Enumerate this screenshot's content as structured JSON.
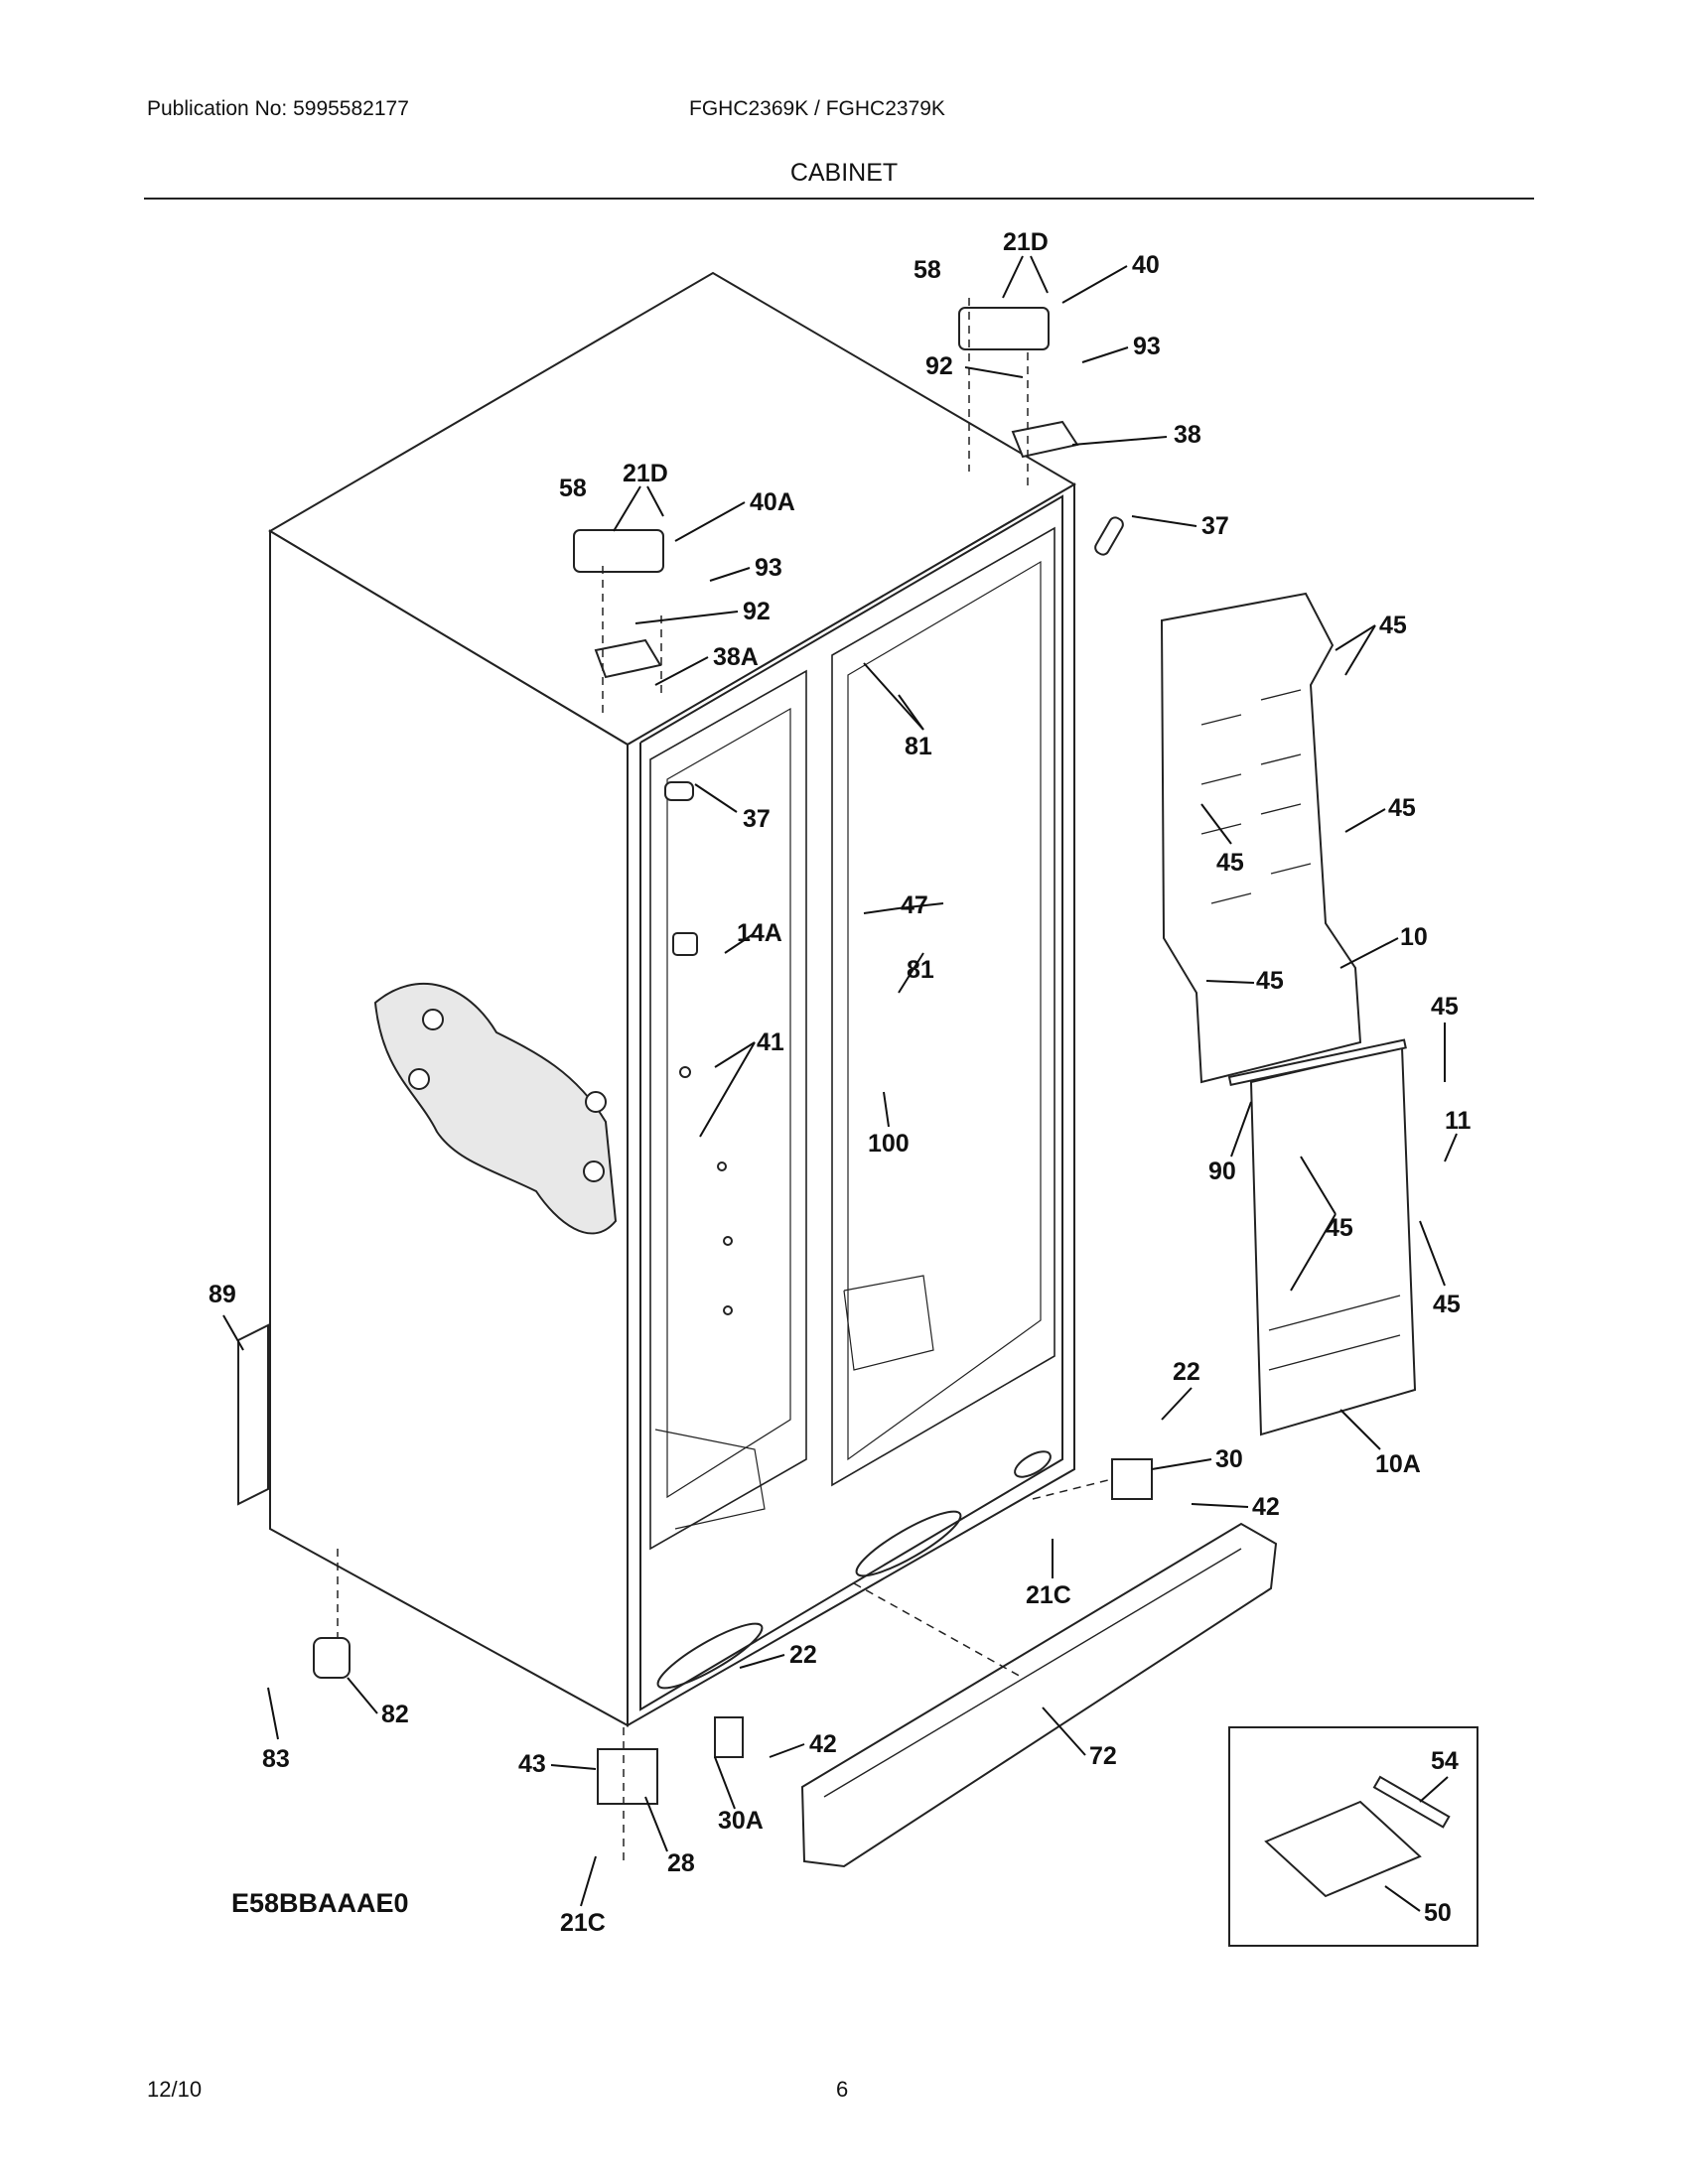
{
  "header": {
    "publication": "Publication No: 5995582177",
    "models": "FGHC2369K / FGHC2379K",
    "section": "CABINET"
  },
  "diagram": {
    "code": "E58BBAAAE0",
    "callouts": [
      "21D",
      "58",
      "40",
      "93",
      "92",
      "38",
      "37",
      "58",
      "21D",
      "40A",
      "93",
      "92",
      "38A",
      "37",
      "81",
      "81",
      "47",
      "81",
      "14A",
      "41",
      "100",
      "45",
      "45",
      "45",
      "45",
      "45",
      "10",
      "45",
      "11",
      "90",
      "45",
      "45",
      "89",
      "22",
      "30",
      "42",
      "21C",
      "10A",
      "22",
      "42",
      "82",
      "83",
      "43",
      "30A",
      "72",
      "54",
      "28",
      "21C",
      "50"
    ]
  },
  "footer": {
    "date": "12/10",
    "page": "6"
  }
}
